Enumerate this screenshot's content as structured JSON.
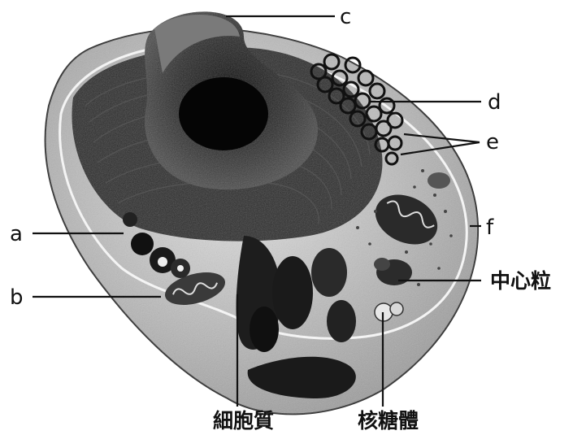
{
  "labels": {
    "c": "c",
    "d": "d",
    "e": "e",
    "f": "f",
    "a": "a",
    "b": "b",
    "centriole": "中心粒",
    "cytoplasm": "細胞質",
    "ribosome": "核糖體"
  },
  "colors": {
    "ink": "#111111",
    "dark_organelle": "#1e1e1e",
    "cell_body": "#cfcfcf",
    "background": "#ffffff"
  }
}
